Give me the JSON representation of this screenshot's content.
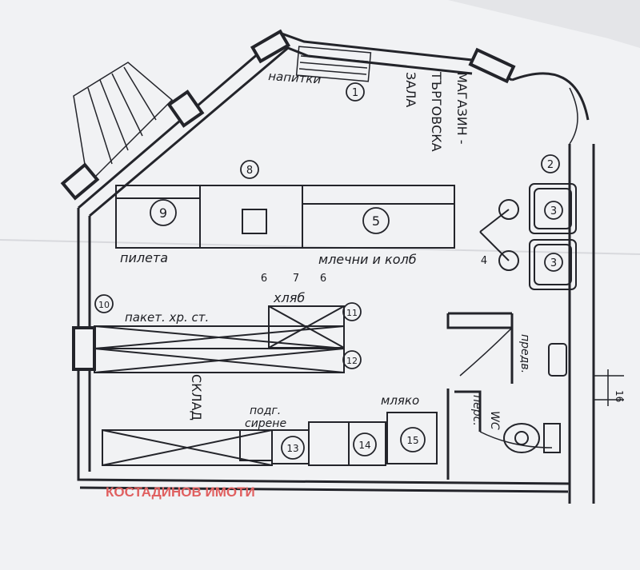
{
  "labels": {
    "drinks": "напитки",
    "shop_hall": "МАГАЗИН -",
    "shop_hall_2": "ТЪРГОВСКА",
    "shop_hall_3": "ЗАЛА",
    "poultry": "пилета",
    "dairy_sausage": "млечни и колб",
    "bread": "хляб",
    "packaged": "пакет. хр. ст.",
    "storage": "СКЛАД",
    "cheese_1": "подг.",
    "cheese_2": "сирене",
    "milk": "мляко",
    "anteroom": "предв.",
    "wc_1": "WC",
    "wc_2": "перс.",
    "dimension": "16",
    "watermark": "КОСТАДИНОВ ИМОТИ"
  },
  "markers": {
    "m1": "1",
    "m2": "2",
    "m3a": "3",
    "m3b": "3",
    "m4": "4",
    "m5": "5",
    "m6a": "6",
    "m6b": "6",
    "m7": "7",
    "m8": "8",
    "m9": "9",
    "m10": "10",
    "m11": "11",
    "m12": "12",
    "m13": "13",
    "m14": "14",
    "m15": "15"
  }
}
